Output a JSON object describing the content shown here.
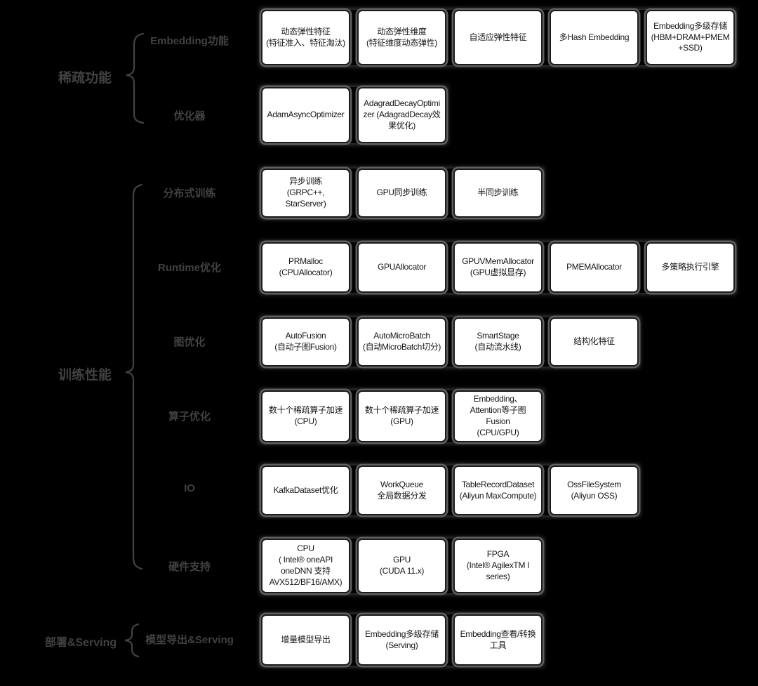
{
  "diagram": {
    "colors": {
      "background": "#000000",
      "box_fill": "#ffffff",
      "box_text": "#161616",
      "box_border": "#1c1c1c",
      "box_glow": "#606060",
      "connector_and_labels": "#414141"
    },
    "groups": [
      {
        "label": "稀疏功能",
        "branches": [
          {
            "label": "Embedding功能",
            "boxes": [
              "动态弹性特征\n(特征准入、特征淘汰)",
              "动态弹性维度\n(特征维度动态弹性)",
              "自适应弹性特征",
              "多Hash Embedding",
              "Embedding多级存储\n(HBM+DRAM+PMEM\n+SSD)"
            ]
          },
          {
            "label": "优化器",
            "boxes": [
              "AdamAsyncOptimizer",
              "AdagradDecayOptimizer (AdagradDecay效果优化)"
            ]
          }
        ]
      },
      {
        "label": "训练性能",
        "branches": [
          {
            "label": "分布式训练",
            "boxes": [
              "异步训练\n(GRPC++,\nStarServer)",
              "GPU同步训练",
              "半同步训练"
            ]
          },
          {
            "label": "Runtime优化",
            "boxes": [
              "PRMalloc\n(CPUAllocator)",
              "GPUAllocator",
              "GPUVMemAllocator\n(GPU虚拟显存)",
              "PMEMAllocator",
              "多策略执行引擎"
            ]
          },
          {
            "label": "图优化",
            "boxes": [
              "AutoFusion\n(自动子图Fusion)",
              "AutoMicroBatch\n(自动MicroBatch切分)",
              "SmartStage\n(自动流水线)",
              "结构化特征"
            ]
          },
          {
            "label": "算子优化",
            "boxes": [
              "数十个稀疏算子加速\n(CPU)",
              "数十个稀疏算子加速\n(GPU)",
              "Embedding、\nAttention等子图\nFusion\n(CPU/GPU)"
            ]
          },
          {
            "label": "IO",
            "boxes": [
              "KafkaDataset优化",
              "WorkQueue\n全局数据分发",
              "TableRecordDataset\n(Aliyun MaxCompute)",
              "OssFileSystem\n(Aliyun OSS)"
            ]
          },
          {
            "label": "硬件支持",
            "boxes": [
              "CPU\n( Intel® oneAPI\noneDNN 支持\nAVX512/BF16/AMX)",
              "GPU\n(CUDA 11.x)",
              "FPGA\n(Intel® AgilexTM I\nseries)"
            ]
          }
        ]
      },
      {
        "label": "部署&Serving",
        "branches": [
          {
            "label": "模型导出&Serving",
            "boxes": [
              "增量模型导出",
              "Embedding多级存储\n(Serving)",
              "Embedding查看/转换\n工具"
            ]
          }
        ]
      }
    ]
  }
}
